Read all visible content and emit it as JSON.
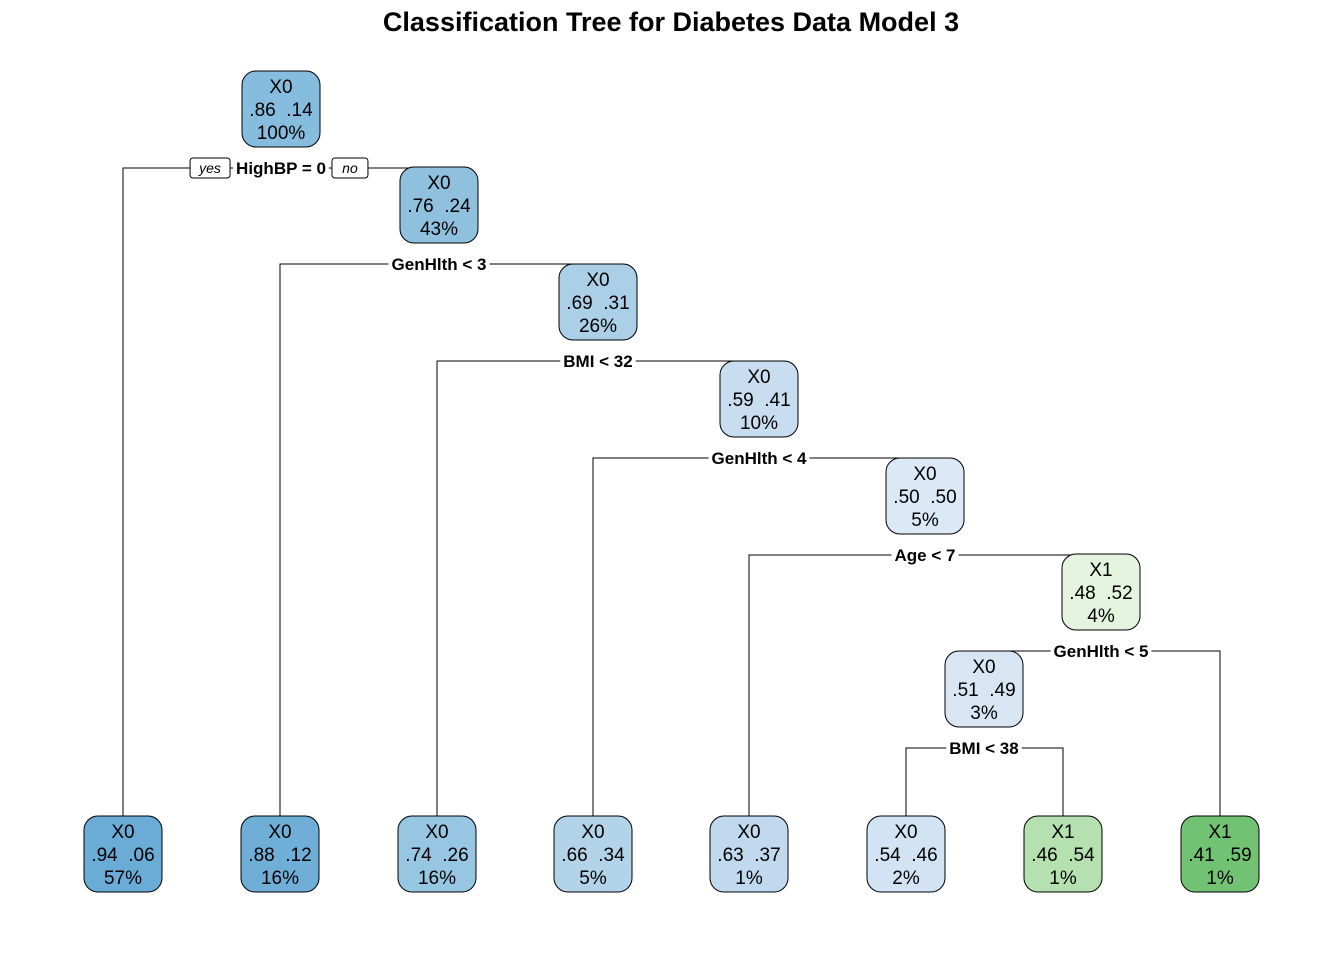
{
  "title": "Classification Tree for Diabetes Data Model 3",
  "branch_labels": {
    "yes": "yes",
    "no": "no"
  },
  "colors": {
    "lines": "#000000",
    "node_border": "#000000"
  },
  "nodes": [
    {
      "id": "root",
      "cls": "X0",
      "probs": ".86  .14",
      "pct": "100%",
      "fill": "#86bcdd",
      "split": "HighBP = 0"
    },
    {
      "id": "n1",
      "cls": "X0",
      "probs": ".76  .24",
      "pct": "43%",
      "fill": "#8fc1df",
      "split": "GenHlth < 3"
    },
    {
      "id": "n2",
      "cls": "X0",
      "probs": ".69  .31",
      "pct": "26%",
      "fill": "#aacfe6",
      "split": "BMI < 32"
    },
    {
      "id": "n3",
      "cls": "X0",
      "probs": ".59  .41",
      "pct": "10%",
      "fill": "#c8ddf0",
      "split": "GenHlth < 4"
    },
    {
      "id": "n4",
      "cls": "X0",
      "probs": ".50  .50",
      "pct": "5%",
      "fill": "#dbe8f5",
      "split": "Age < 7"
    },
    {
      "id": "n5",
      "cls": "X1",
      "probs": ".48  .52",
      "pct": "4%",
      "fill": "#e5f4df",
      "split": "GenHlth < 5"
    },
    {
      "id": "n6",
      "cls": "X0",
      "probs": ".51  .49",
      "pct": "3%",
      "fill": "#d8e6f3",
      "split": "BMI < 38"
    },
    {
      "id": "leaf1",
      "cls": "X0",
      "probs": ".94  .06",
      "pct": "57%",
      "fill": "#6aacd6"
    },
    {
      "id": "leaf2",
      "cls": "X0",
      "probs": ".88  .12",
      "pct": "16%",
      "fill": "#6eaed7"
    },
    {
      "id": "leaf3",
      "cls": "X0",
      "probs": ".74  .26",
      "pct": "16%",
      "fill": "#96c6e1"
    },
    {
      "id": "leaf4",
      "cls": "X0",
      "probs": ".66  .34",
      "pct": "5%",
      "fill": "#b3d3e9"
    },
    {
      "id": "leaf5",
      "cls": "X0",
      "probs": ".63  .37",
      "pct": "1%",
      "fill": "#c1d9ee"
    },
    {
      "id": "leaf6",
      "cls": "X0",
      "probs": ".54  .46",
      "pct": "2%",
      "fill": "#d2e3f3"
    },
    {
      "id": "leaf7",
      "cls": "X1",
      "probs": ".46  .54",
      "pct": "1%",
      "fill": "#b5e0af"
    },
    {
      "id": "leaf8",
      "cls": "X1",
      "probs": ".41  .59",
      "pct": "1%",
      "fill": "#72c274"
    }
  ],
  "edges": [
    {
      "parent": "root",
      "yes": "leaf1",
      "no": "n1"
    },
    {
      "parent": "n1",
      "yes": "leaf2",
      "no": "n2"
    },
    {
      "parent": "n2",
      "yes": "leaf3",
      "no": "n3"
    },
    {
      "parent": "n3",
      "yes": "leaf4",
      "no": "n4"
    },
    {
      "parent": "n4",
      "yes": "leaf5",
      "no": "n5"
    },
    {
      "parent": "n5",
      "yes": "n6",
      "no": "leaf8"
    },
    {
      "parent": "n6",
      "yes": "leaf6",
      "no": "leaf7"
    }
  ]
}
